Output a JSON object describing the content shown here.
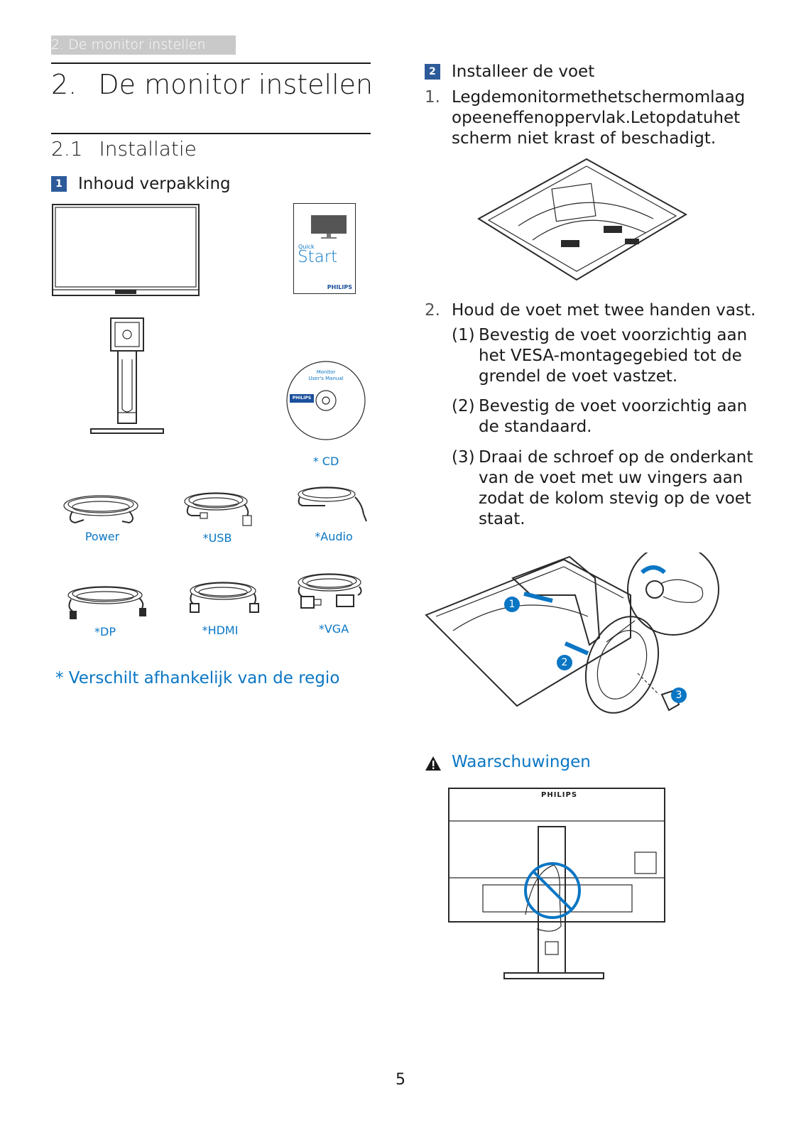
{
  "header": {
    "running_head": "2. De monitor instellen"
  },
  "chapter": {
    "number": "2.",
    "title": "De monitor instellen"
  },
  "section": {
    "number": "2.1",
    "title": "Installatie"
  },
  "package_contents": {
    "badge": "1",
    "title": "Inhoud verpakking",
    "quick_start": {
      "small_label": "Quick",
      "big_label": "Start",
      "brand": "PHILIPS"
    },
    "cd": {
      "line1": "Monitor",
      "line2": "User's Manual",
      "brand": "PHILIPS",
      "caption": "* CD"
    },
    "cables": [
      {
        "name": "power",
        "label": "Power"
      },
      {
        "name": "usb",
        "label": "*USB"
      },
      {
        "name": "audio",
        "label": "*Audio"
      },
      {
        "name": "dp",
        "label": "*DP"
      },
      {
        "name": "hdmi",
        "label": "*HDMI"
      },
      {
        "name": "vga",
        "label": "*VGA"
      }
    ],
    "footnote": "* Verschilt afhankelijk van de regio"
  },
  "install_stand": {
    "badge": "2",
    "title": "Installeer de voet",
    "step1_num": "1.",
    "step1": [
      "Legdemonitormethetschermomlaag",
      "opeeneffenoppervlak.Letopdatuhet",
      "scherm niet krast of beschadigt."
    ],
    "step2_num": "2.",
    "step2": "Houd de voet met twee handen vast.",
    "substeps": [
      {
        "num": "(1)",
        "lines": [
          "Bevestig de voet voorzichtig aan",
          "het VESA-montagegebied tot de",
          "grendel de voet vastzet."
        ]
      },
      {
        "num": "(2)",
        "lines": [
          "Bevestig de voet voorzichtig aan",
          "de standaard."
        ]
      },
      {
        "num": "(3)",
        "lines": [
          "Draai de schroef op de onderkant",
          "van de voet met uw vingers aan",
          "zodat de kolom stevig op de voet",
          "staat."
        ]
      }
    ],
    "callouts": [
      "1",
      "2",
      "3"
    ]
  },
  "warnings": {
    "title": "Waarschuwingen",
    "brand": "PHILIPS"
  },
  "page_number": "5",
  "colors": {
    "accent_blue": "#0a76c4",
    "badge_blue": "#2d5b9a"
  }
}
